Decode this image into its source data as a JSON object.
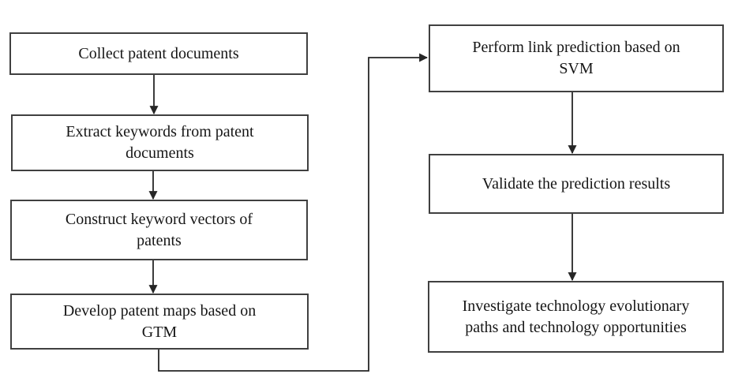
{
  "colors": {
    "background": "#ffffff",
    "box_border": "#404040",
    "arrow": "#262626",
    "text": "#161616"
  },
  "nodes": [
    {
      "id": "collect",
      "label": "Collect patent documents"
    },
    {
      "id": "extract",
      "label": "Extract keywords from patent\ndocuments"
    },
    {
      "id": "construct",
      "label": "Construct keyword vectors of\npatents"
    },
    {
      "id": "develop",
      "label": "Develop patent maps based on\nGTM"
    },
    {
      "id": "predict",
      "label": "Perform link prediction based on\nSVM"
    },
    {
      "id": "validate",
      "label": "Validate the prediction results"
    },
    {
      "id": "investigate",
      "label": "Investigate technology evolutionary\npaths and technology opportunities"
    }
  ],
  "edges": [
    {
      "from": "collect",
      "to": "extract"
    },
    {
      "from": "extract",
      "to": "construct"
    },
    {
      "from": "construct",
      "to": "develop"
    },
    {
      "from": "develop",
      "to": "predict"
    },
    {
      "from": "predict",
      "to": "validate"
    },
    {
      "from": "validate",
      "to": "investigate"
    }
  ]
}
